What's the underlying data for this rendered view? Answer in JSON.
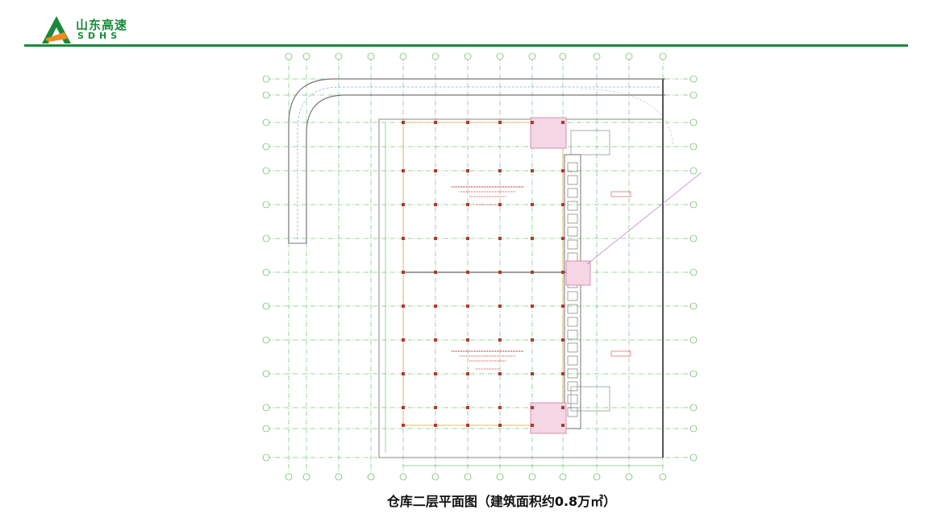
{
  "header": {
    "logo": {
      "name_cn": "山东高速",
      "name_en": "SDHS"
    },
    "rule_color": "#1a8a3a",
    "brand_colors": {
      "green": "#1a8a3a",
      "orange": "#f08a1c"
    }
  },
  "drawing": {
    "icon": "warehouse-floor-plan",
    "grid_color": "#3aa83a",
    "column_color": "#b03a2e",
    "wall_color": "#8a8a8a",
    "core_color": "#d07aa0"
  },
  "caption": "仓库二层平面图（建筑面积约0.8万㎡）"
}
